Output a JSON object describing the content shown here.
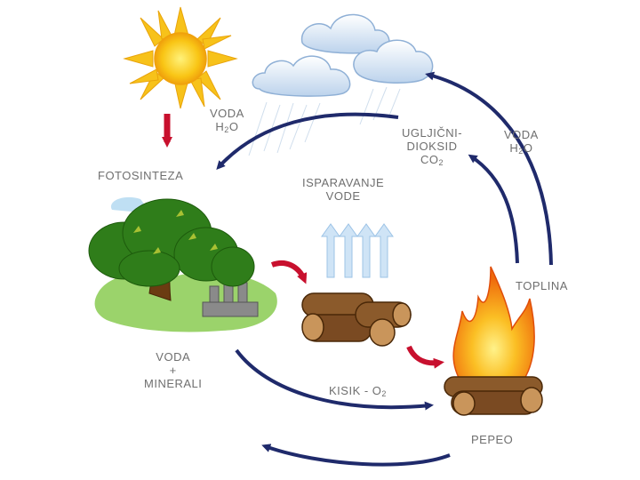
{
  "labels": {
    "voda_top": "VODA",
    "voda_top_formula": "H",
    "voda_top_sub": "2",
    "voda_top_formula_end": "O",
    "fotosinteza": "FOTOSINTEZA",
    "isparavanje_1": "ISPARAVANJE",
    "isparavanje_2": "VODE",
    "co2_1": "UGLJIČNI-",
    "co2_2": "DIOKSID",
    "co2_formula": "CO",
    "co2_sub": "2",
    "voda_right": "VODA",
    "voda_right_formula": "H",
    "voda_right_sub": "2",
    "voda_right_formula_end": "O",
    "toplina": "TOPLINA",
    "voda_minerali_1": "VODA",
    "voda_minerali_2": "+",
    "voda_minerali_3": "MINERALI",
    "kisik": "KISIK - O",
    "kisik_sub": "2",
    "pepeo": "PEPEO"
  },
  "colors": {
    "arrow_blue": "#1f2a6b",
    "arrow_red": "#c8102e",
    "label_gray": "#6f6f6f",
    "sun": "#f7c21a",
    "tree": "#2f7d1a",
    "fire": "#f07d12",
    "wood": "#7a4a22"
  }
}
